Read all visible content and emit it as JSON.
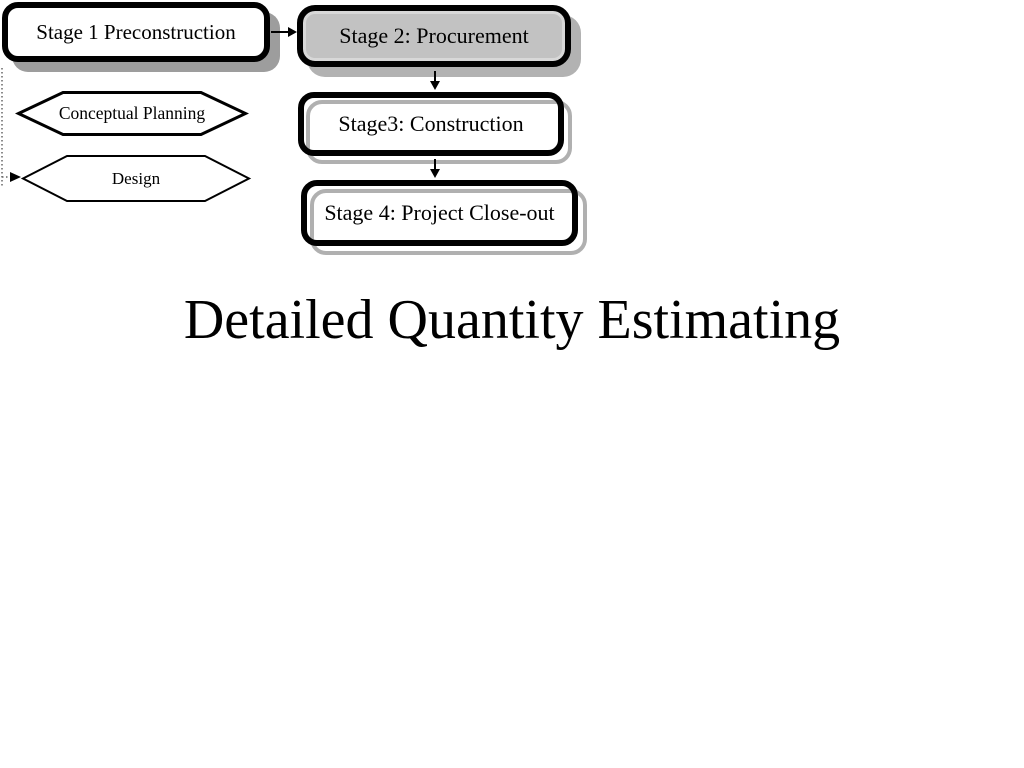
{
  "slide": {
    "title": "Detailed Quantity Estimating",
    "background_color": "#ffffff"
  },
  "flowchart": {
    "stages": [
      {
        "label": "Stage 1 Preconstruction",
        "fill_color": "#ffffff",
        "border_color": "#000000",
        "shadow_color": "#9d9d9d",
        "shadow_style": "filled"
      },
      {
        "label": "Stage 2: Procurement",
        "fill_color": "#c2c2c2",
        "border_color": "#000000",
        "shadow_color": "#b2b2b2",
        "shadow_style": "filled"
      },
      {
        "label": "Stage3: Construction",
        "fill_color": "transparent",
        "border_color": "#000000",
        "shadow_color": "#b0b0b0",
        "shadow_style": "outline"
      },
      {
        "label": "Stage 4: Project Close-out",
        "fill_color": "transparent",
        "border_color": "#000000",
        "shadow_color": "#b0b0b0",
        "shadow_style": "outline"
      }
    ],
    "substeps": [
      {
        "label": "Conceptual Planning",
        "shape": "hexagon",
        "border_width": "3"
      },
      {
        "label": "Design",
        "shape": "hexagon",
        "border_width": "2"
      }
    ],
    "connectors": [
      {
        "from": "Stage 1 Preconstruction",
        "to": "Stage 2: Procurement",
        "style": "solid-arrow"
      },
      {
        "from": "Stage 2: Procurement",
        "to": "Stage3: Construction",
        "style": "solid-arrow"
      },
      {
        "from": "Stage3: Construction",
        "to": "Stage 4: Project Close-out",
        "style": "solid-arrow"
      },
      {
        "from": "Stage 1 Preconstruction",
        "to": "Design",
        "style": "dotted-arrow"
      }
    ]
  }
}
